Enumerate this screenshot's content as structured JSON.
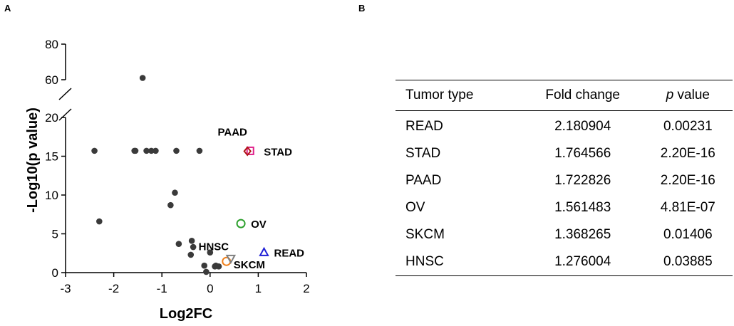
{
  "panel_a_label": "A",
  "panel_b_label": "B",
  "chart_data": {
    "type": "scatter",
    "xlabel": "Log2FC",
    "ylabel": "-Log10(p value)",
    "xlim": [
      -3,
      2
    ],
    "ylim": [
      0,
      80
    ],
    "y_axis_break": [
      20,
      60
    ],
    "x_ticks": [
      "-3",
      "-2",
      "-1",
      "0",
      "1",
      "2"
    ],
    "y_ticks_lower": [
      "0",
      "5",
      "10",
      "15",
      "20"
    ],
    "y_ticks_upper": [
      "60",
      "80"
    ],
    "background_points": [
      [
        -1.4,
        61
      ],
      [
        -2.4,
        15.7
      ],
      [
        -1.57,
        15.7
      ],
      [
        -1.55,
        15.7
      ],
      [
        -1.32,
        15.7
      ],
      [
        -1.22,
        15.7
      ],
      [
        -1.13,
        15.7
      ],
      [
        -0.7,
        15.7
      ],
      [
        -0.22,
        15.7
      ],
      [
        -2.3,
        6.6
      ],
      [
        -0.73,
        10.3
      ],
      [
        -0.82,
        8.7
      ],
      [
        -0.65,
        3.7
      ],
      [
        -0.38,
        4.1
      ],
      [
        -0.35,
        3.3
      ],
      [
        -0.4,
        2.3
      ],
      [
        0,
        2.6
      ],
      [
        0.12,
        0.9
      ],
      [
        0.18,
        0.8
      ],
      [
        -0.12,
        0.9
      ],
      [
        -0.08,
        0.1
      ],
      [
        0.1,
        0.8
      ]
    ],
    "highlighted": [
      {
        "label": "READ",
        "x": 1.12,
        "y": 2.63,
        "marker": "triangle",
        "color": "#1f1fd6"
      },
      {
        "label": "STAD",
        "x": 0.82,
        "y": 15.65,
        "marker": "square",
        "color": "#e0208a"
      },
      {
        "label": "PAAD",
        "x": 0.79,
        "y": 15.65,
        "marker": "diamond",
        "color": "#b01818"
      },
      {
        "label": "OV",
        "x": 0.64,
        "y": 6.32,
        "marker": "circle",
        "color": "#2ca02c"
      },
      {
        "label": "SKCM",
        "x": 0.34,
        "y": 1.45,
        "marker": "circle",
        "color": "#f07f1a"
      },
      {
        "label": "HNSC",
        "x": 0.43,
        "y": 1.8,
        "marker": "triangle-down",
        "color": "#7f7f7f"
      }
    ],
    "point_color": "#3a3a3a"
  },
  "table": {
    "headers": [
      "Tumor type",
      "Fold change",
      "p",
      " value"
    ],
    "rows": [
      [
        "READ",
        "2.180904",
        "0.00231"
      ],
      [
        "STAD",
        "1.764566",
        "2.20E-16"
      ],
      [
        "PAAD",
        "1.722826",
        "2.20E-16"
      ],
      [
        "OV",
        "1.561483",
        "4.81E-07"
      ],
      [
        "SKCM",
        "1.368265",
        "0.01406"
      ],
      [
        "HNSC",
        "1.276004",
        "0.03885"
      ]
    ]
  }
}
